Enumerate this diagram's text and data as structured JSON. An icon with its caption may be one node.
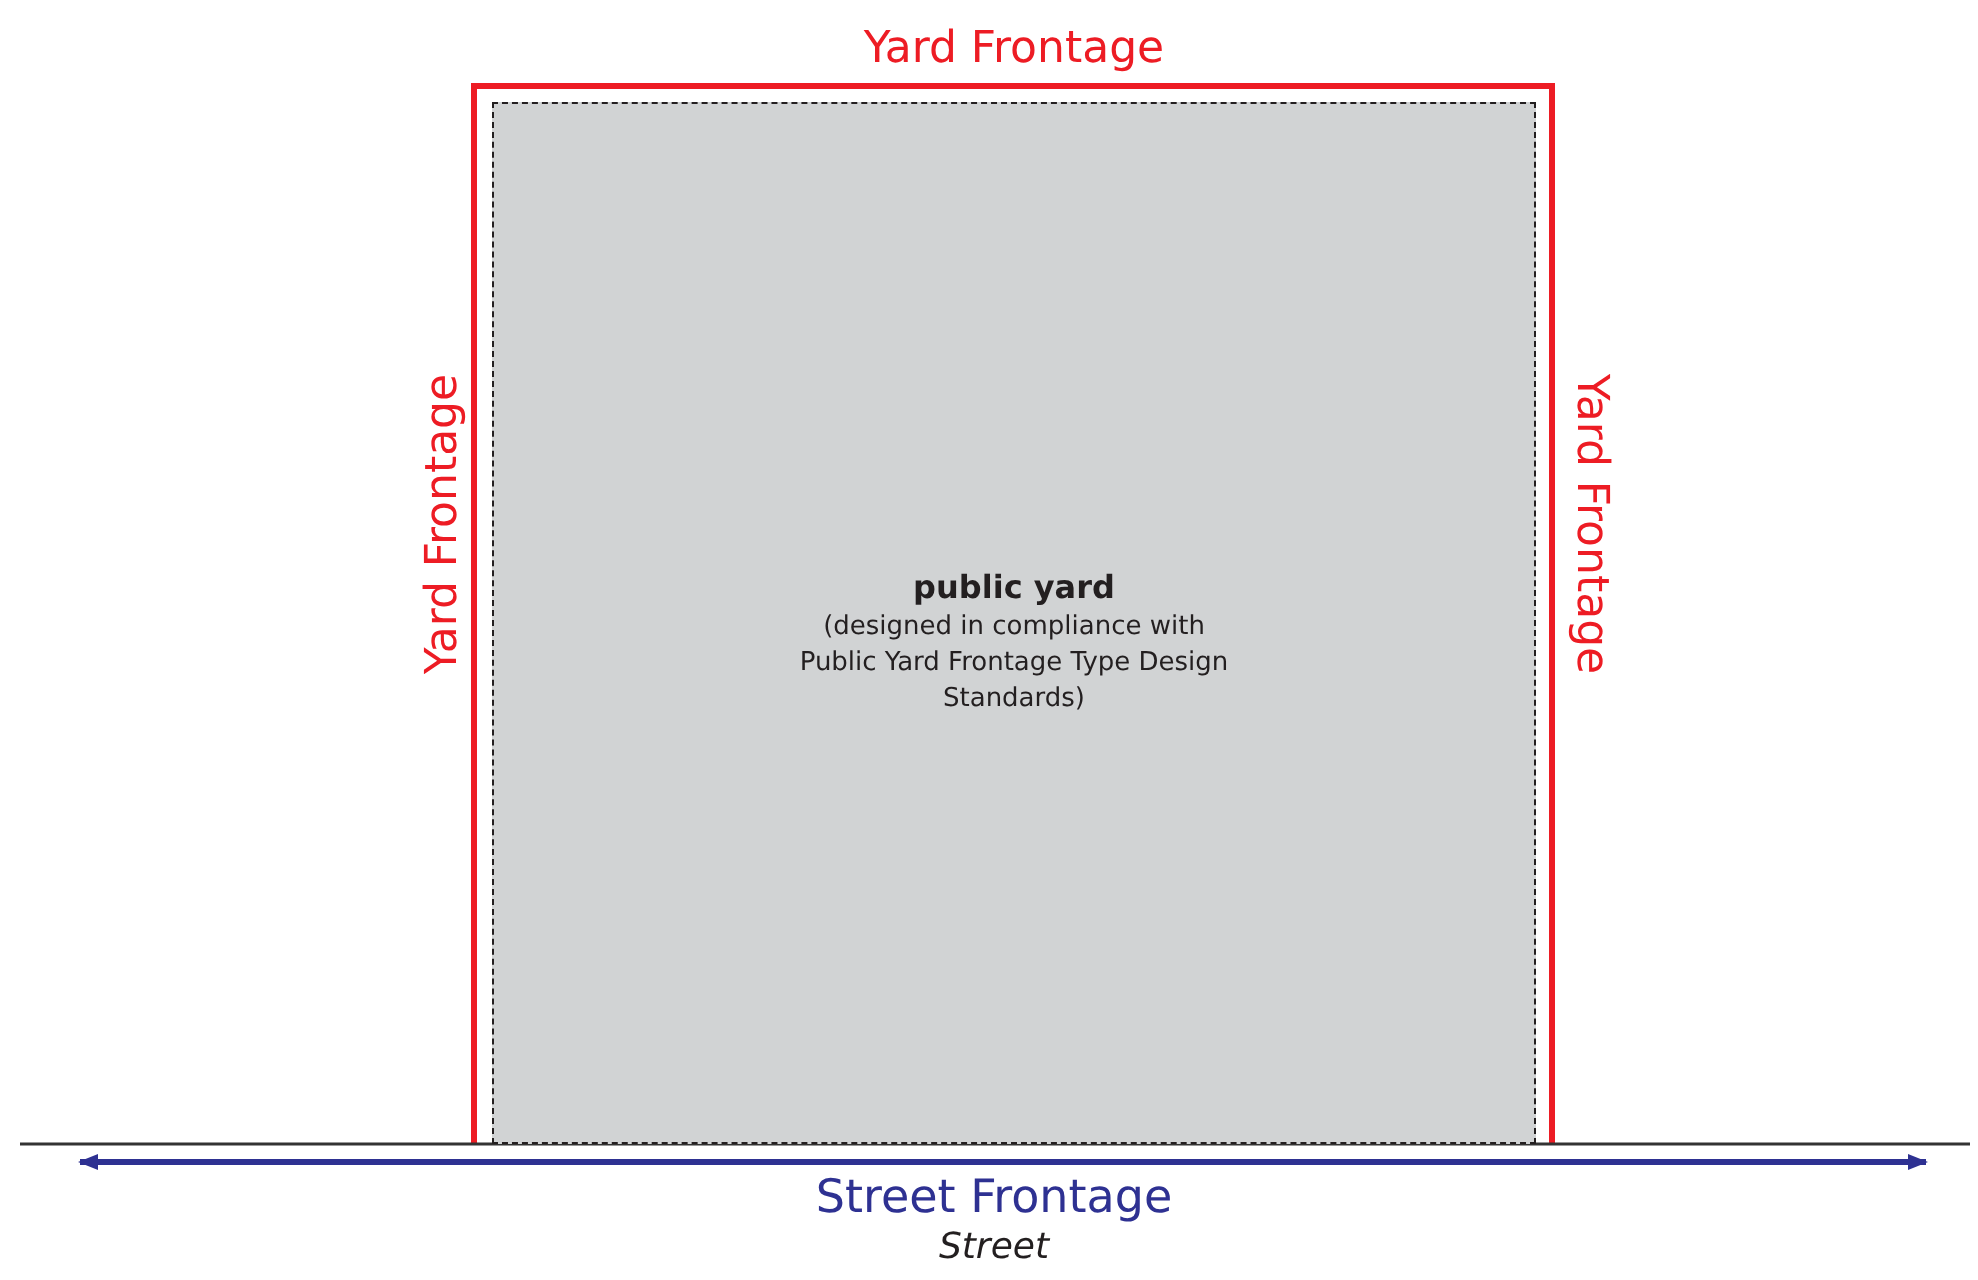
{
  "diagram": {
    "nodes": [
      {
        "text": [
          "public yard",
          "(designed in compliance with Public Yard Frontage Type Design Standards)"
        ]
      }
    ],
    "labels": [
      "Yard Frontage",
      "Yard Frontage",
      "Yard Frontage",
      "Street Frontage",
      "Street"
    ]
  }
}
